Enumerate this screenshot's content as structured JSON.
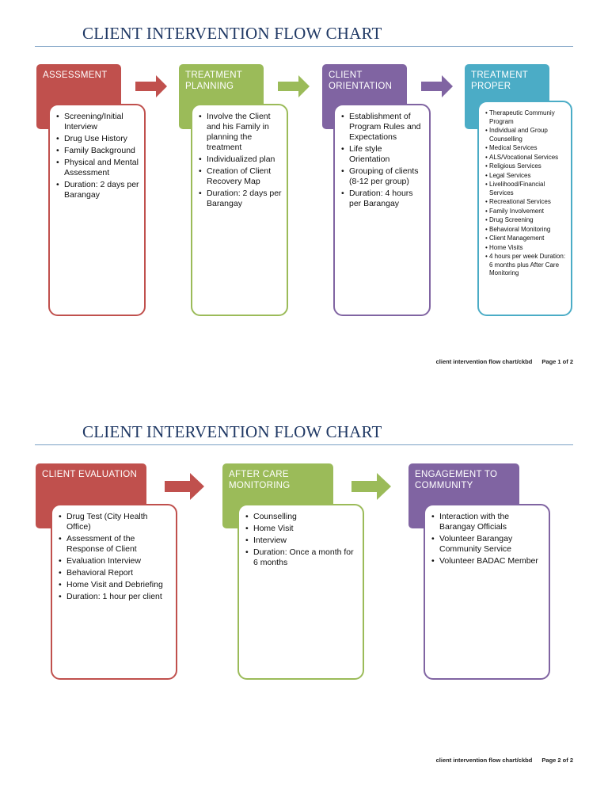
{
  "page1": {
    "title": "CLIENT INTERVENTION FLOW CHART",
    "stages": [
      {
        "header": "ASSESSMENT",
        "items": [
          "Screening/Initial Interview",
          "Drug Use History",
          "Family Background",
          "Physical and Mental Assessment",
          "Duration: 2 days per Barangay"
        ]
      },
      {
        "header": "TREATMENT PLANNING",
        "items": [
          "Involve the Client and his Family in planning the treatment",
          "Individualized plan",
          "Creation of Client Recovery Map",
          "Duration: 2 days per Barangay"
        ]
      },
      {
        "header": "CLIENT ORIENTATION",
        "items": [
          "Establishment of Program Rules and Expectations",
          "Life style Orientation",
          "Grouping of clients (8-12 per group)",
          "Duration: 4 hours per Barangay"
        ]
      },
      {
        "header": "TREATMENT PROPER",
        "items": [
          "Therapeutic Communiy Program",
          "Individual and Group Counselling",
          "Medical Services",
          "ALS/Vocational Services",
          "Religious Services",
          "Legal Services",
          "Livelihood/Financial Services",
          "Recreational Services",
          "Family Involvement",
          " Drug Screening",
          "Behavioral Monitoring",
          "Client Management",
          "Home Visits",
          "4 hours per week Duration: 6 months plus After Care Monitoring"
        ]
      }
    ],
    "footer": {
      "label": "client intervention flow chart/ckbd",
      "page": "Page 1 of 2"
    }
  },
  "page2": {
    "title": "CLIENT INTERVENTION FLOW CHART",
    "stages": [
      {
        "header": "CLIENT EVALUATION",
        "items": [
          "Drug Test (City Health Office)",
          "Assessment of the Response of Client",
          "Evaluation Interview",
          "Behavioral Report",
          "Home Visit and Debriefing",
          "Duration: 1 hour per client"
        ]
      },
      {
        "header": "AFTER CARE MONITORING",
        "items": [
          "Counselling",
          "Home Visit",
          "Interview",
          "Duration: Once a month for 6 months"
        ]
      },
      {
        "header": "ENGAGEMENT TO COMMUNITY",
        "items": [
          "Interaction with the Barangay Officials",
          "Volunteer Barangay Community Service",
          "Volunteer BADAC Member"
        ]
      }
    ],
    "footer": {
      "label": "client intervention flow chart/ckbd",
      "page": "Page 2 of 2"
    }
  },
  "colors": {
    "red": "#c0504d",
    "green": "#9bbb59",
    "purple": "#8064a2",
    "teal": "#4bacc6",
    "title": "#1f3864"
  }
}
